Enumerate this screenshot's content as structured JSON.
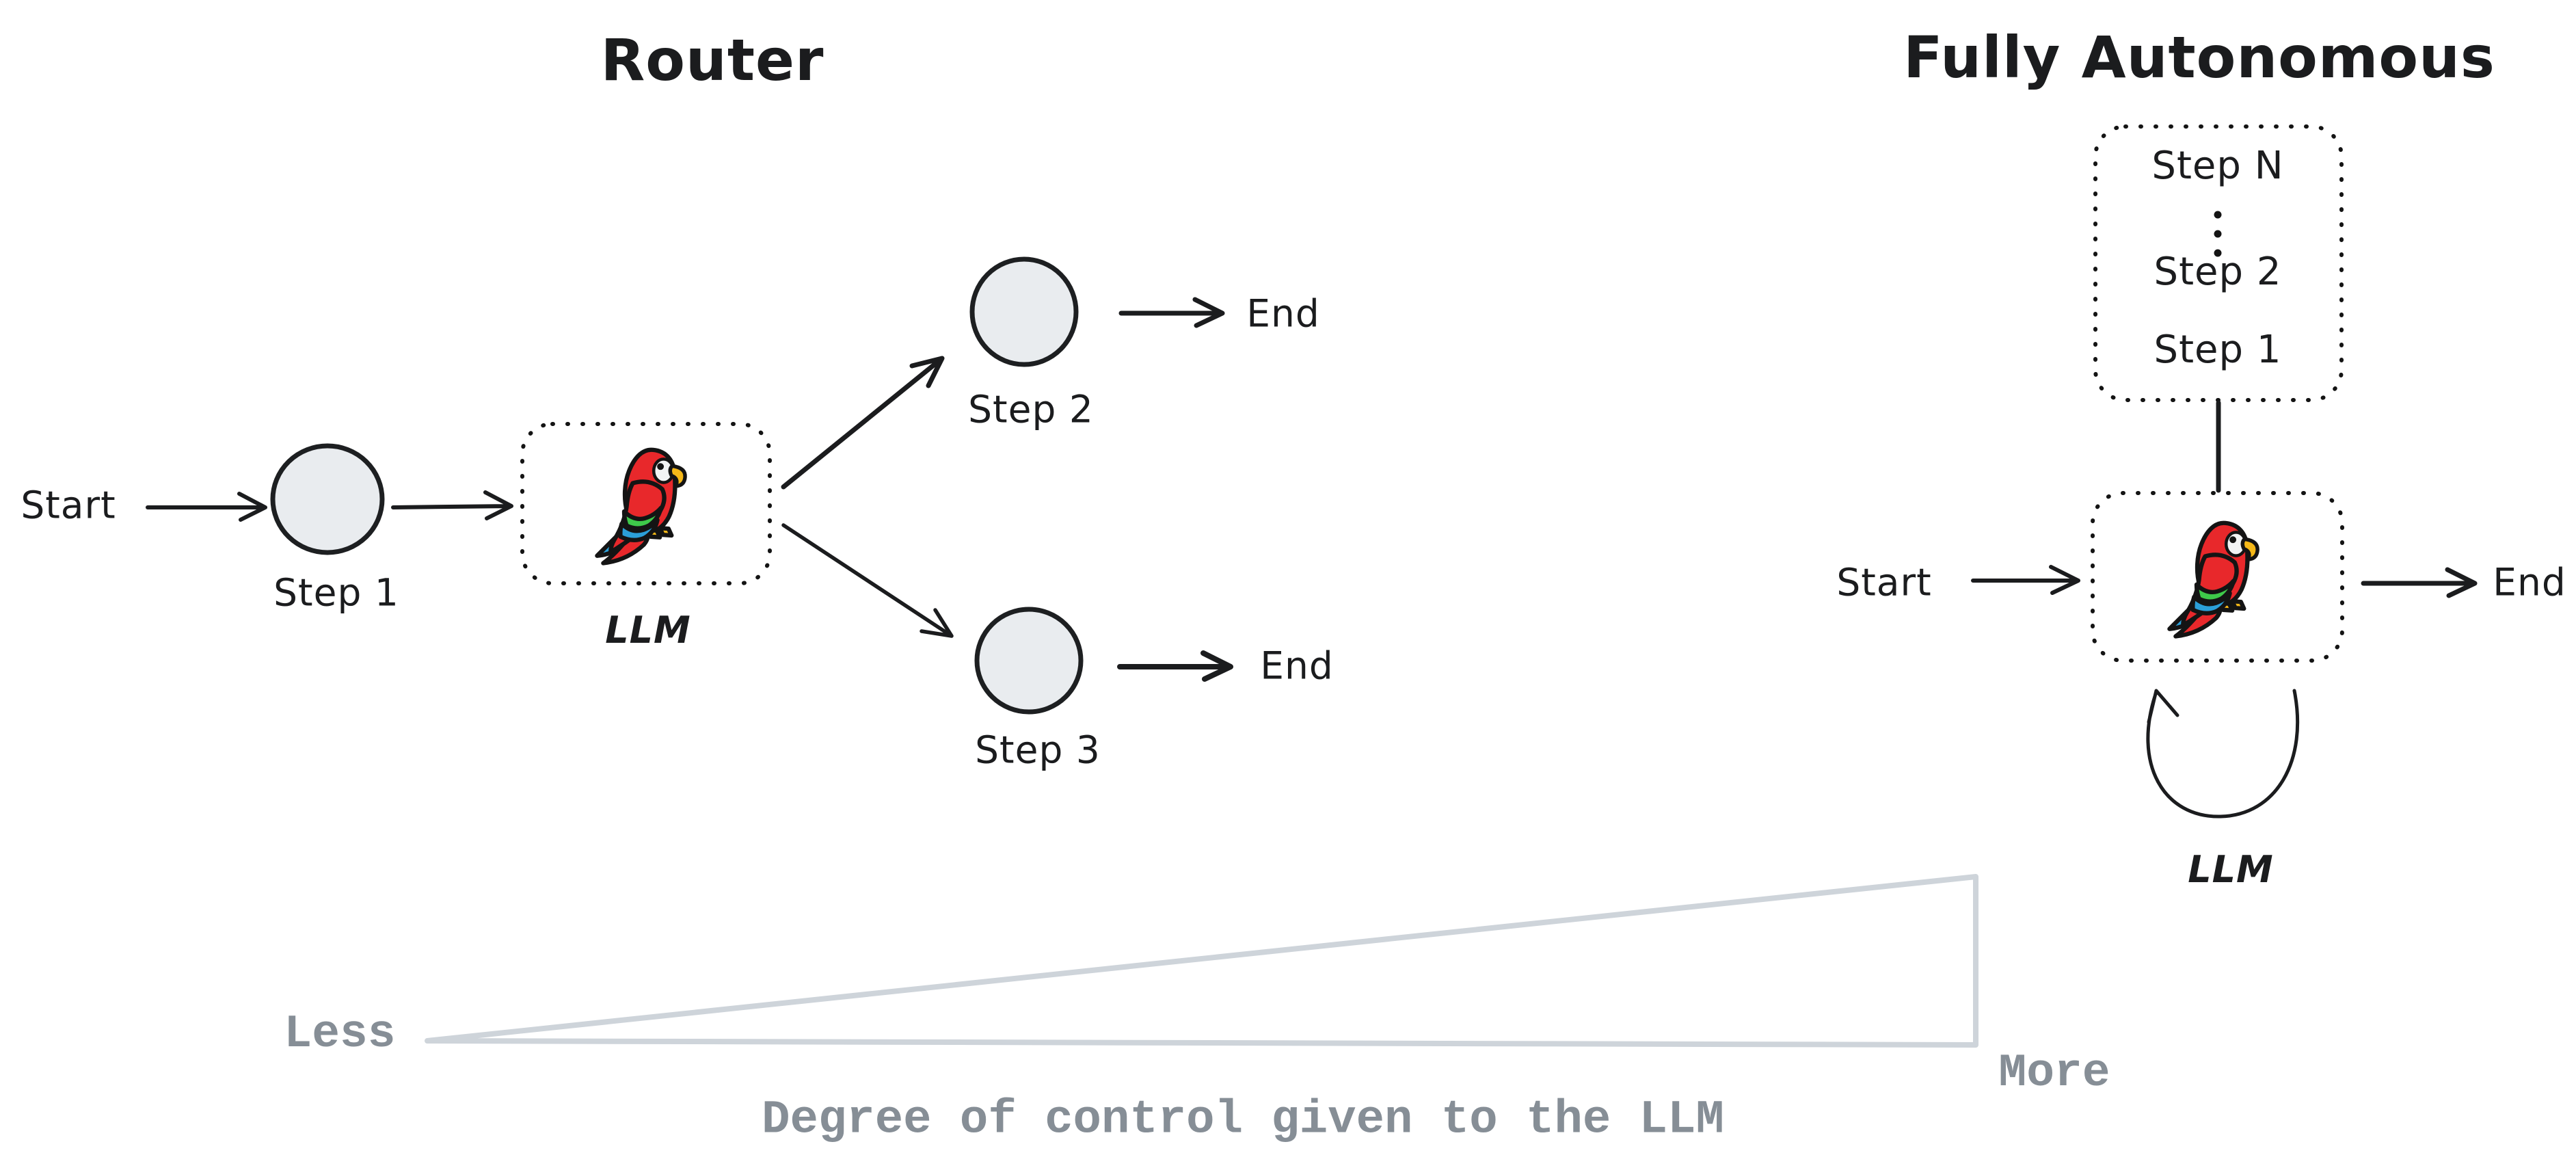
{
  "colors": {
    "ink": "#1b1c1e",
    "node_fill": "#e9ecef",
    "node_stroke": "#1d1f21",
    "muted_text": "#868e96",
    "triangle_stroke": "#ced4da",
    "parrot_red": "#e8282b",
    "parrot_green": "#3ec94a",
    "parrot_blue": "#2b9fd8",
    "parrot_yellow": "#f5b818",
    "parrot_face": "#f2f3f4"
  },
  "router": {
    "title": "Router",
    "start": "Start",
    "step1": "Step 1",
    "llm": "LLM",
    "step2": "Step 2",
    "step3": "Step 3",
    "end_top": "End",
    "end_bottom": "End"
  },
  "autonomous": {
    "title": "Fully Autonomous",
    "box_steps": {
      "top": "Step N",
      "middle": "Step 2",
      "bottom": "Step 1"
    },
    "start": "Start",
    "end": "End",
    "llm": "LLM"
  },
  "scale": {
    "less": "Less",
    "more": "More",
    "caption": "Degree of control given to the LLM"
  }
}
